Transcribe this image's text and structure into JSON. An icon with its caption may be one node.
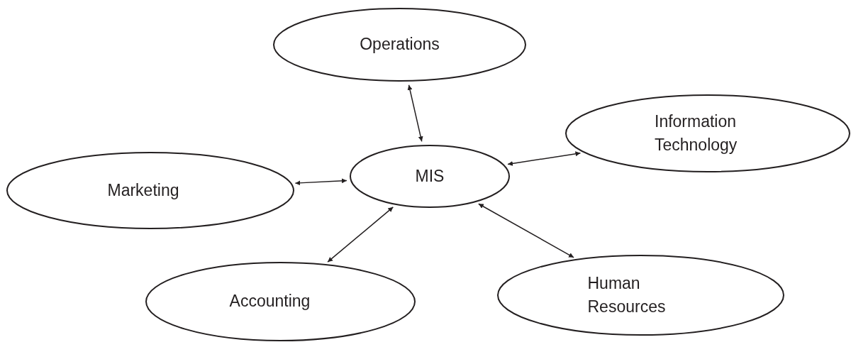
{
  "diagram": {
    "nodes": [
      {
        "text": [
          "Operations"
        ]
      },
      {
        "text": [
          "Information Technology"
        ]
      },
      {
        "text": [
          "Marketing"
        ]
      },
      {
        "text": [
          "MIS"
        ]
      },
      {
        "text": [
          "Accounting"
        ]
      },
      {
        "text": [
          "Human Resources"
        ]
      }
    ],
    "edges": [
      {
        "from": 3,
        "to": 0,
        "arrow": "both"
      },
      {
        "from": 2,
        "to": 3,
        "arrow": "both"
      },
      {
        "from": 3,
        "to": 1,
        "arrow": "both"
      },
      {
        "from": 3,
        "to": 4,
        "arrow": "both"
      },
      {
        "from": 3,
        "to": 5,
        "arrow": "both"
      }
    ]
  }
}
